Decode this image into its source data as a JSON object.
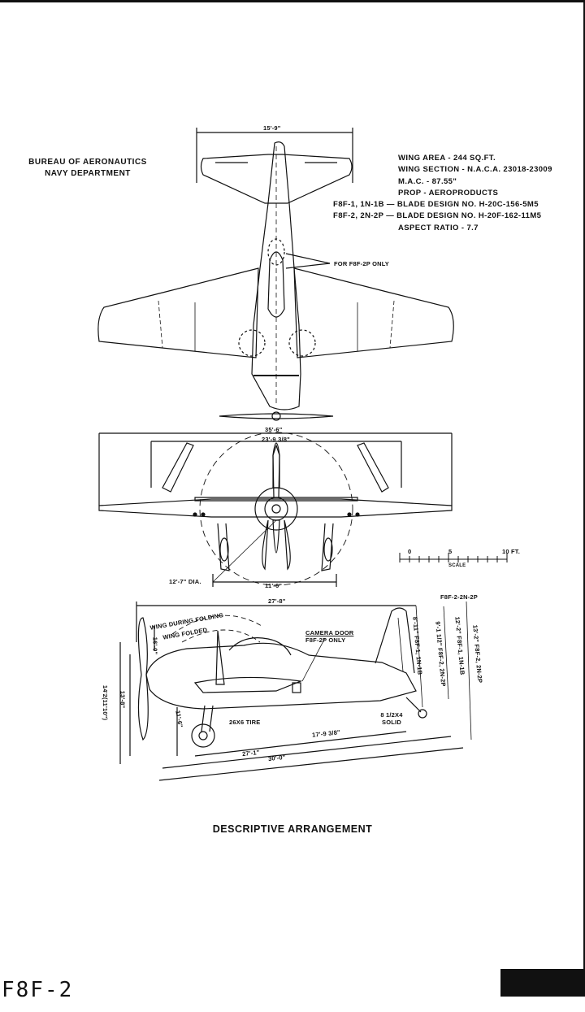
{
  "agency": {
    "line1": "BUREAU OF AERONAUTICS",
    "line2": "NAVY DEPARTMENT"
  },
  "specs": {
    "wing_area": "WING AREA - 244 SQ.FT.",
    "wing_section": "WING SECTION - N.A.C.A. 23018-23009",
    "mac": "M.A.C. - 87.55\"",
    "prop": "PROP - AEROPRODUCTS",
    "blade1": "F8F-1, 1N-1B — BLADE DESIGN NO. H-20C-156-5M5",
    "blade2": "F8F-2, 2N-2P — BLADE DESIGN NO. H-20F-162-11M5",
    "aspect": "ASPECT RATIO - 7.7"
  },
  "top_view": {
    "tail_span": "15'-9\"",
    "note": "FOR F8F-2P ONLY"
  },
  "front_view": {
    "span": "35'-6\"",
    "span_folded": "23'-9 3/8\"",
    "prop_dia": "12'-7\" DIA.",
    "tread": "11'-6\""
  },
  "scale": {
    "zero": "0",
    "five": "5",
    "ten": "10 FT.",
    "label": "SCALE"
  },
  "side_view": {
    "length": "27'-8\"",
    "wing_during_folding": "WING DURING FOLDING",
    "wing_folded": "WING FOLDED",
    "dim_16_0": "16'-0\"",
    "camera_door": "CAMERA DOOR",
    "camera_note": "F8F-2P ONLY",
    "height1": "14'2(11'10\")",
    "height2": "13'-8\"",
    "dim_11_6": "11'-6\"",
    "tire": "26X6 TIRE",
    "tailwheel": "8 1/2X4 SOLID",
    "dim_17_9": "17'-9 3/8\"",
    "dim_27_1": "27'-1\"",
    "dim_30_0": "30'-0\"",
    "variant": "F8F-2-2N-2P",
    "tail_a": "8'-11\" F8F-1, 1N-1B",
    "tail_b": "9'-1 1/2\" F8F-2, 2N-2P",
    "tail_c": "12'-2\" F8F-1, 1N-1B",
    "tail_d": "13'-2\" F8F-2, 2N-2P"
  },
  "caption": "DESCRIPTIVE ARRANGEMENT",
  "model": "F8F-2"
}
